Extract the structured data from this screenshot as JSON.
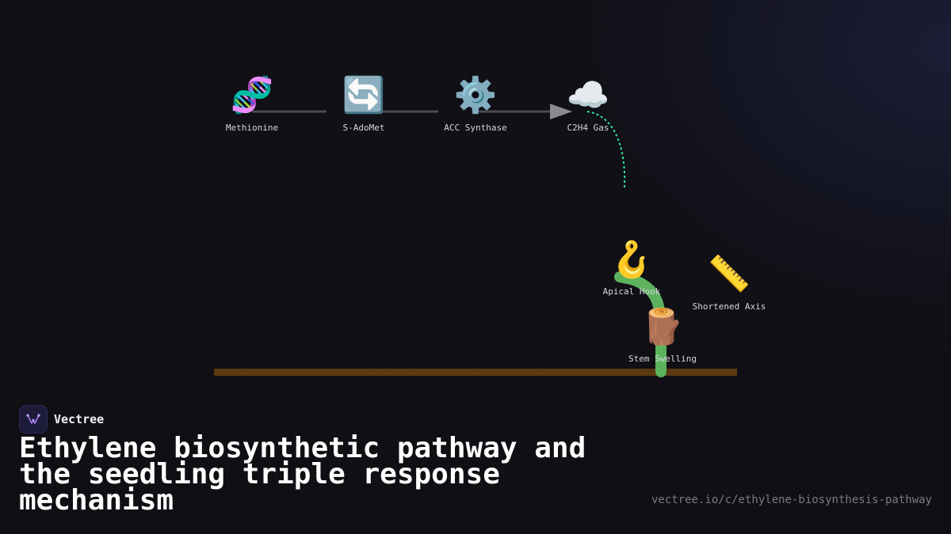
{
  "pathway": {
    "nodes": [
      {
        "icon": "🧬",
        "icon_name": "dna-icon",
        "label": "Methionine"
      },
      {
        "icon": "🔄",
        "icon_name": "cycle-arrows-icon",
        "label": "S-AdoMet"
      },
      {
        "icon": "⚙️",
        "icon_name": "gear-icon",
        "label": "ACC Synthase"
      },
      {
        "icon": "☁️",
        "icon_name": "cloud-icon",
        "label": "C2H4 Gas"
      }
    ]
  },
  "seedling": {
    "responses": [
      {
        "icon": "🪝",
        "icon_name": "hook-icon",
        "label": "Apical Hook"
      },
      {
        "icon": "📏",
        "icon_name": "ruler-icon",
        "label": "Shortened Axis"
      },
      {
        "icon": "🪵",
        "icon_name": "wood-log-icon",
        "label": "Stem Swelling"
      }
    ],
    "stem_color": "#5db35d",
    "soil_color": "#5a3a10"
  },
  "colors": {
    "connector": "#4a4a4f",
    "arrow": "#8a8a8f",
    "gas_flow": "#33e39a",
    "background": "#0f0f14"
  },
  "brand": {
    "name": "Vectree",
    "logo_icon": "vectree-logo-icon"
  },
  "title": "Ethylene biosynthetic pathway and the seedling triple response mechanism",
  "url": "vectree.io/c/ethylene-biosynthesis-pathway"
}
